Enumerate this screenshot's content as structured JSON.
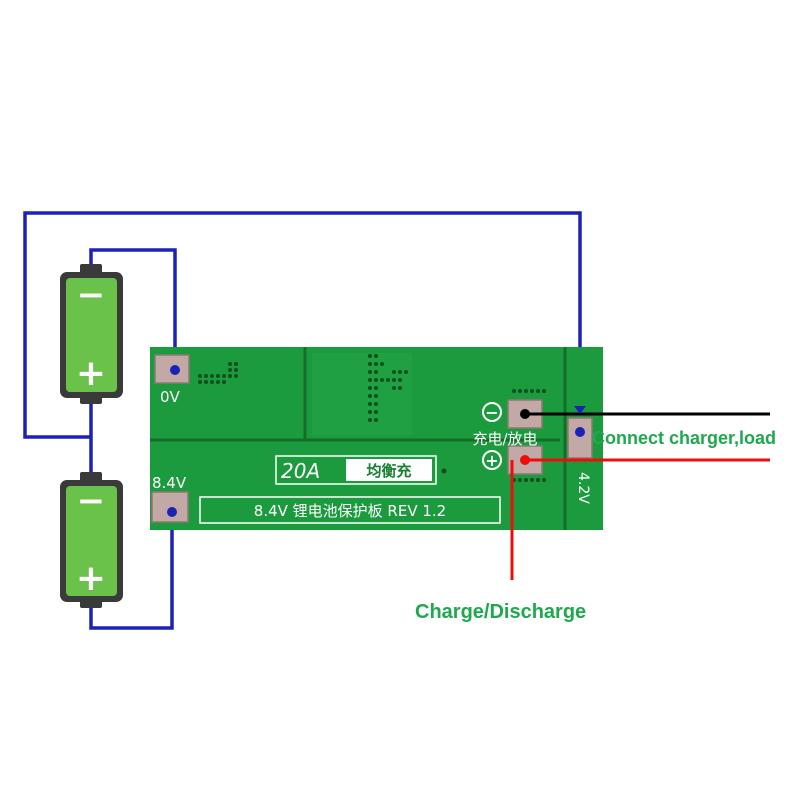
{
  "board": {
    "pad_0v": "0V",
    "pad_8v4": "8.4V",
    "pad_4v2": "4.2V",
    "rating": "20A",
    "balance": "均衡充",
    "model": "8.4V 锂电池保护板 REV 1.2",
    "port_label": "充电/放电",
    "minus_symbol": "−",
    "plus_symbol": "+"
  },
  "battery_top": {
    "minus": "−",
    "plus": "+"
  },
  "battery_bottom": {
    "minus": "−",
    "plus": "+"
  },
  "annotations": {
    "connect": "Connect charger,load",
    "charge": "Charge/Discharge"
  },
  "colors": {
    "pcb": "#1c9a3e",
    "pcb_dark": "#16802f",
    "battery_fill": "#6bc24a",
    "battery_frame": "#3a3a3a",
    "wire_blue": "#1c22b8",
    "wire_red": "#ee0c0c",
    "wire_black": "#000000",
    "label_green": "#1eaa4c"
  }
}
